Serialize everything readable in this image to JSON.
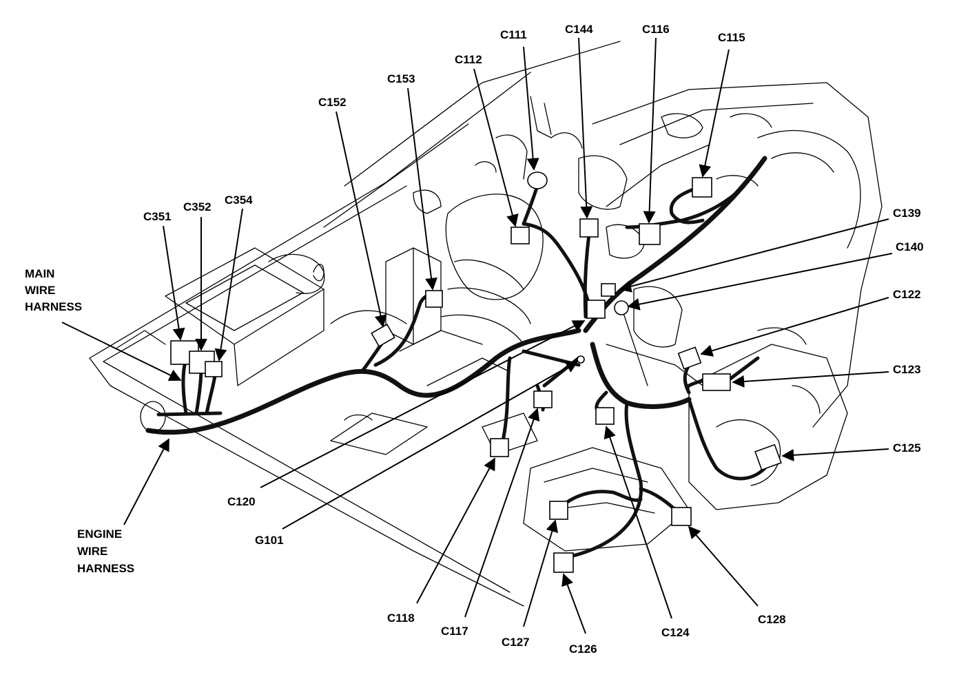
{
  "diagram": {
    "labels": {
      "c111": "C111",
      "c144": "C144",
      "c116": "C116",
      "c115": "C115",
      "c112": "C112",
      "c153": "C153",
      "c152": "C152",
      "c351": "C351",
      "c352": "C352",
      "c354": "C354",
      "main_line1": "MAIN",
      "main_line2": "WIRE",
      "main_line3": "HARNESS",
      "c139": "C139",
      "c140": "C140",
      "c122": "C122",
      "c123": "C123",
      "c125": "C125",
      "c120": "C120",
      "g101": "G101",
      "engine_line1": "ENGINE",
      "engine_line2": "WIRE",
      "engine_line3": "HARNESS",
      "c118": "C118",
      "c117": "C117",
      "c127": "C127",
      "c126": "C126",
      "c124": "C124",
      "c128": "C128"
    }
  }
}
